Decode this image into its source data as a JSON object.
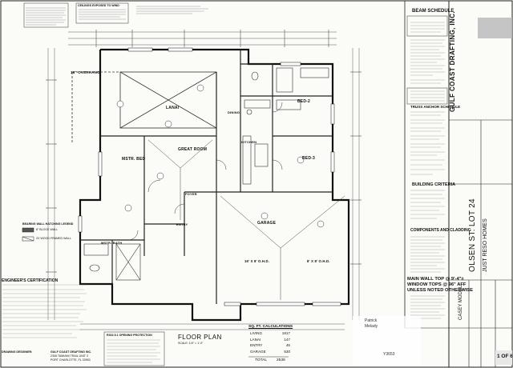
{
  "header": {
    "cert_title": "ENGINEER'S CERTIFICATION",
    "ceilings_label": "CEILINGS EXPOSED TO WIND"
  },
  "plan": {
    "overhang": "16\" OVERHANG",
    "lanai": "LANAI",
    "dining": "DINING",
    "kitchen": "KITCHEN",
    "great_room": "GREAT ROOM",
    "mstr_bed": "MSTR. BED",
    "foyer": "FOYER",
    "entry": "ENTRY",
    "mstr_bath": "MSTR. BATH",
    "bed2": "BED-2",
    "bed3": "BED-3",
    "garage": "GARAGE",
    "garage_door1": "16' X 8' O.H.D.",
    "garage_door2": "8' X 8' O.H.D.",
    "title": "FLOOR PLAN",
    "scale": "SCALE: 1/4\" = 1'-0\""
  },
  "sqft": {
    "title": "SQ. FT. CALCULATIONS",
    "rows": [
      {
        "label": "LIVING",
        "value": "1817"
      },
      {
        "label": "LANAI",
        "value": "147"
      },
      {
        "label": "ENTRY",
        "value": "45"
      },
      {
        "label": "GARAGE",
        "value": "530"
      }
    ],
    "total_label": "TOTAL",
    "total_value": "2539"
  },
  "opening": {
    "title": "R302.5.1 OPENING PROTECTION"
  },
  "legend": {
    "title": "BEARING WALL HATCHING LEGEND",
    "item1": "8\" BLOCK WALL",
    "item2": "2X WOOD FRAMED WALL"
  },
  "schedules": {
    "beam": "BEAM SCHEDULE",
    "truss": "TRUSS ANCHOR SCHEDULE",
    "criteria": "BUILDING CRITERIA",
    "components": "COMPONENTS AND CLADDING"
  },
  "wall_note": {
    "line1": "MAIN WALL TOP @ 9'-4\"±",
    "line2": "WINDOW TOPS @ 96\" AFF",
    "line3": "UNLESS NOTED OTHERWISE"
  },
  "title_block": {
    "company": "GULF COAST DRAFTING, INC.",
    "lot": "OLSEN ST. LOT 24",
    "model": "CASEY MODEL",
    "builder": "JUST RESO HOMES"
  },
  "designer": {
    "label": "DRAWING DESIGNER:",
    "company": "GULF COAST DRAFTING INC.",
    "addr1": "2306 TAMIAMI TRAIL UNIT 3",
    "addr2": "PORT CHARLOTTE, FL 33953"
  },
  "signature": {
    "name": "Patrick",
    "line2": "Melady",
    "line3": "Y3653"
  },
  "sheet_no": "1 OF 6"
}
